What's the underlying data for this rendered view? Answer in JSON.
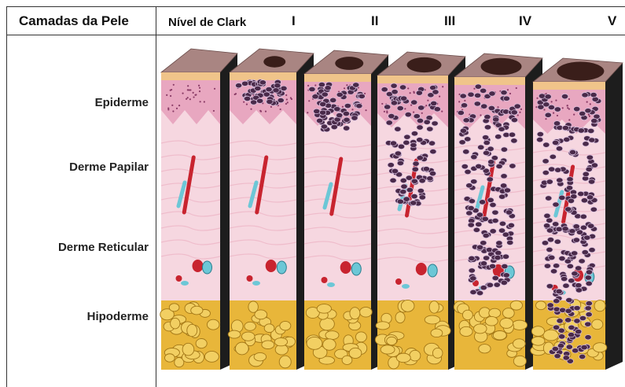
{
  "header": {
    "left_title": "Camadas da Pele",
    "clark_label": "Nível de Clark",
    "levels": [
      "I",
      "II",
      "III",
      "IV",
      "V"
    ]
  },
  "layers": [
    "Epiderme",
    "Derme Papilar",
    "Derme Reticular",
    "Hipoderme"
  ],
  "colors": {
    "epidermis": "#e8a7c0",
    "dermis": "#f6d7e0",
    "fat": "#e8b63a",
    "melanoma": "#4a2a4a",
    "artery": "#c8242f",
    "vein": "#6cc7d6"
  }
}
